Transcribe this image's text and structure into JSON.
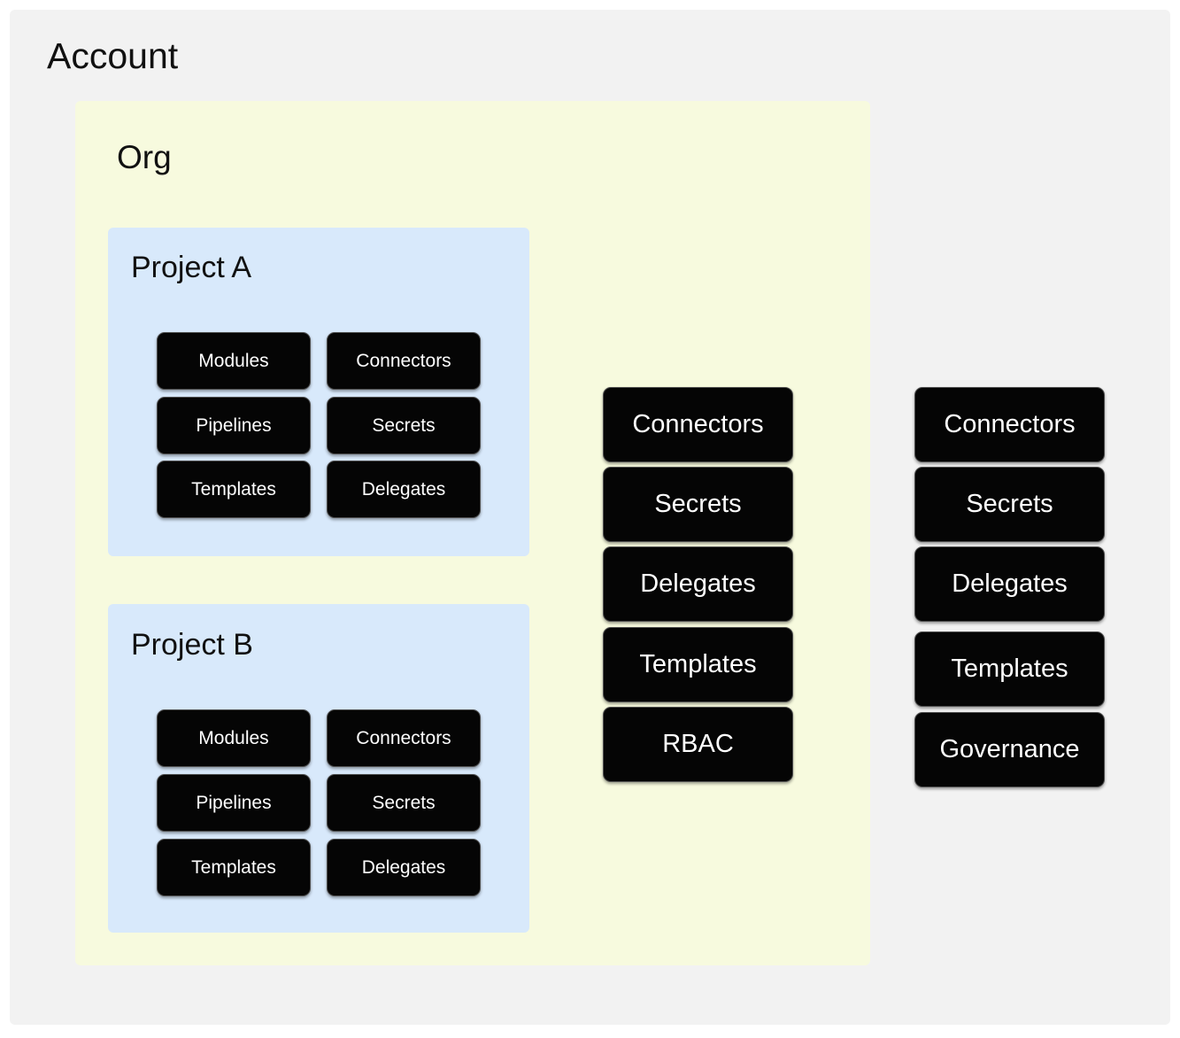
{
  "diagram": {
    "title": "Account",
    "colors": {
      "account_bg": "#f2f2f2",
      "org_bg": "#f7fade",
      "project_bg": "#d8e9fb",
      "box_bg": "#050505",
      "box_text": "#ffffff",
      "box_border": "#4d4d4d",
      "title_text": "#111111"
    }
  },
  "account": {
    "label": "Account",
    "resources": [
      {
        "label": "Connectors"
      },
      {
        "label": "Secrets"
      },
      {
        "label": "Delegates"
      },
      {
        "label": "Templates"
      },
      {
        "label": "Governance"
      }
    ]
  },
  "org": {
    "label": "Org",
    "resources": [
      {
        "label": "Connectors"
      },
      {
        "label": "Secrets"
      },
      {
        "label": "Delegates"
      },
      {
        "label": "Templates"
      },
      {
        "label": "RBAC"
      }
    ]
  },
  "projects": [
    {
      "label": "Project A",
      "resources": [
        {
          "label": "Modules"
        },
        {
          "label": "Connectors"
        },
        {
          "label": "Pipelines"
        },
        {
          "label": "Secrets"
        },
        {
          "label": "Templates"
        },
        {
          "label": "Delegates"
        }
      ]
    },
    {
      "label": "Project B",
      "resources": [
        {
          "label": "Modules"
        },
        {
          "label": "Connectors"
        },
        {
          "label": "Pipelines"
        },
        {
          "label": "Secrets"
        },
        {
          "label": "Templates"
        },
        {
          "label": "Delegates"
        }
      ]
    }
  ]
}
